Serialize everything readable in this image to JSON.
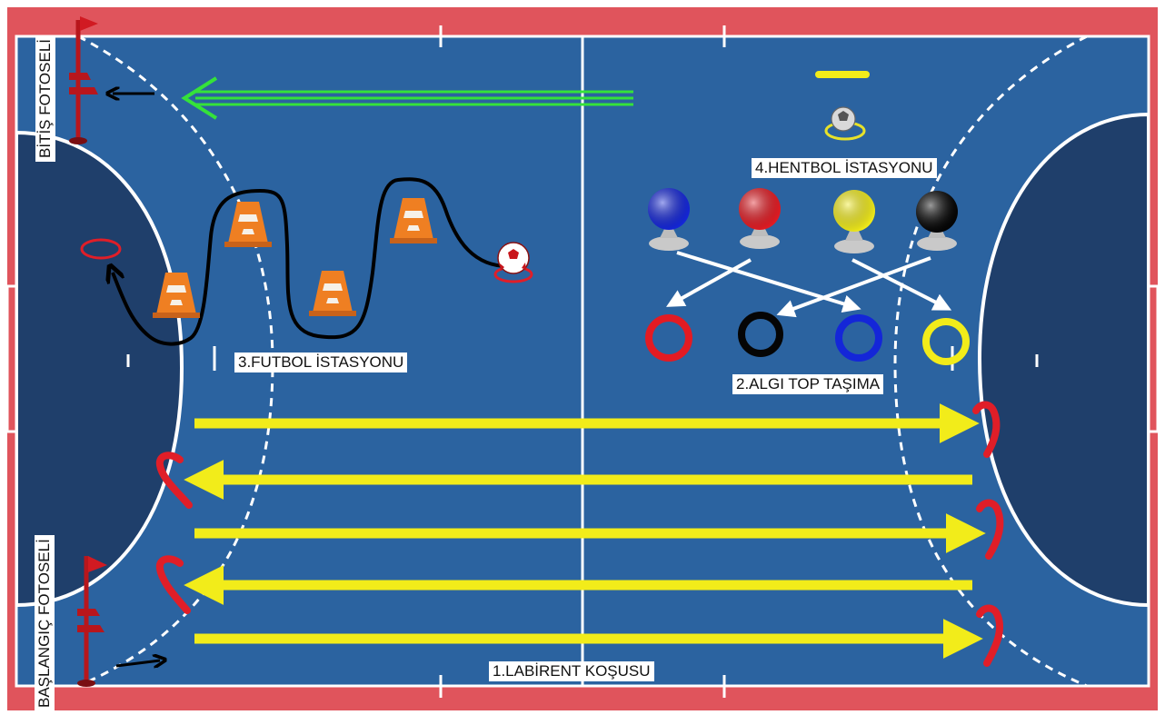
{
  "labels": {
    "labirent": "1.LABİRENT KOŞUSU",
    "algi": "2.ALGI TOP TAŞIMA",
    "futbol": "3.FUTBOL İSTASYONU",
    "hentbol": "4.HENTBOL İSTASYONU",
    "bitis": "BİTİŞ FOTOSELİ",
    "baslangic": "BAŞLANGIÇ FOTOSELİ"
  },
  "colors": {
    "court_blue": "#2b63a0",
    "zone_dark": "#1f3f6b",
    "border_red": "#e0545c",
    "line_white": "#ffffff",
    "arrow_yellow": "#f2ec1a",
    "arrow_green": "#35e23a",
    "cone_orange": "#ef7f22",
    "flag_red": "#b8161c",
    "hook_red": "#e01e28"
  },
  "stations": {
    "algi_balls": [
      "blue",
      "red",
      "yellow",
      "black"
    ],
    "algi_rings": [
      "red",
      "black",
      "blue",
      "yellow"
    ]
  },
  "icons": [
    "soccer-ball-icon",
    "handball-icon",
    "cone-icon",
    "flag-pole-icon",
    "ring-icon",
    "arrow-icon"
  ]
}
